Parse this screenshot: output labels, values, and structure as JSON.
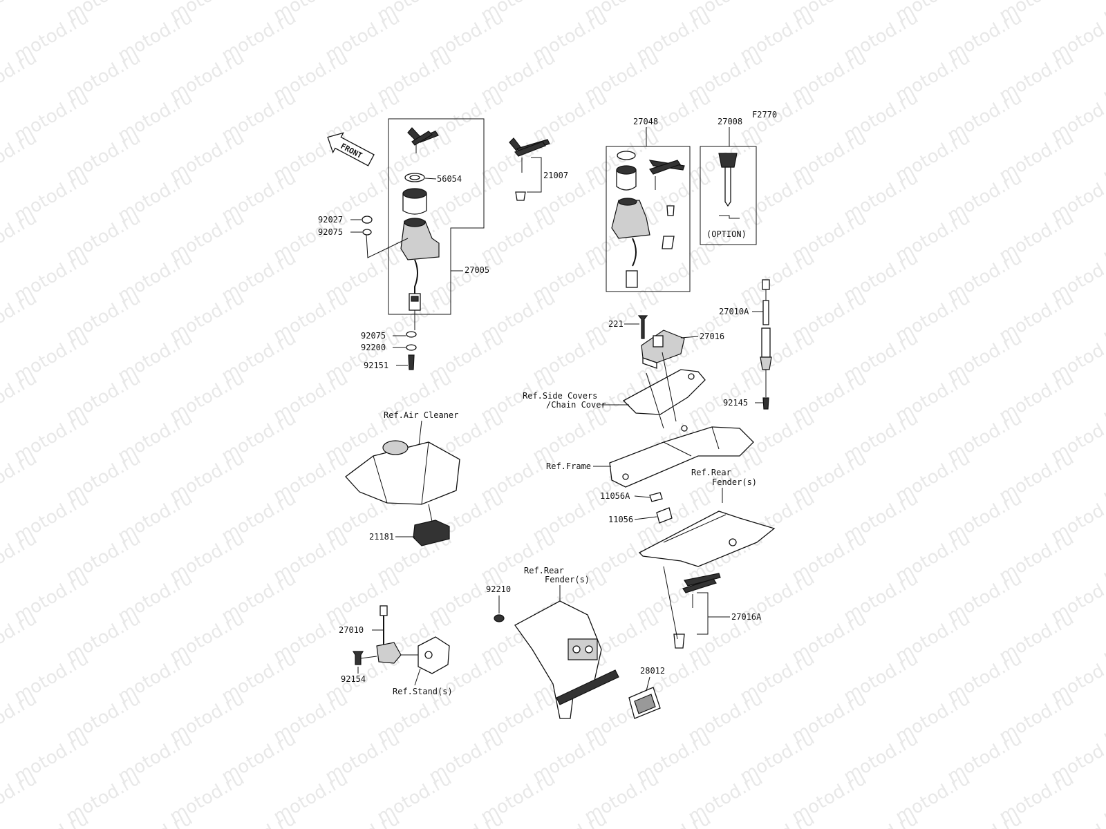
{
  "watermark": "motod.ru",
  "figure_code": "F2770",
  "front_arrow": "FRONT",
  "labels": {
    "l56054": "56054",
    "l92027": "92027",
    "l92075a": "92075",
    "l27005": "27005",
    "l92075b": "92075",
    "l92200": "92200",
    "l92151": "92151",
    "l21007": "21007",
    "l27048": "27048",
    "l27008": "27008",
    "option": "(OPTION)",
    "l27010A": "27010A",
    "l221": "221",
    "l27016": "27016",
    "side_covers_1": "Ref.Side Covers",
    "side_covers_2": "/Chain Cover",
    "l92145": "92145",
    "air_cleaner": "Ref.Air Cleaner",
    "frame": "Ref.Frame",
    "rear_fender_a1": "Ref.Rear",
    "rear_fender_a2": "Fender(s)",
    "l11056A": "11056A",
    "l11056": "11056",
    "l21181": "21181",
    "rear_fender_b1": "Ref.Rear",
    "rear_fender_b2": "Fender(s)",
    "l92210": "92210",
    "l27016A": "27016A",
    "l27010": "27010",
    "l92154": "92154",
    "stand": "Ref.Stand(s)",
    "l28012": "28012"
  }
}
